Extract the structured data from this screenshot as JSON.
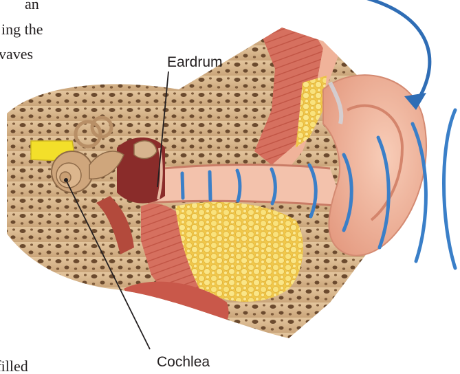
{
  "text_fragments": [
    "an",
    "ing the",
    "vaves",
    "d-filled"
  ],
  "labels": {
    "eardrum": "Eardrum",
    "cochlea": "Cochlea"
  },
  "colors": {
    "sound_wave": "#3a7fc8",
    "arrow": "#2f6db5",
    "bone": "#d9b98e",
    "bone_pore": "#6b4a2e",
    "skin": "#f2b8a0",
    "muscle": "#d56a5c",
    "fat": "#f6d35a",
    "cochlea": "#c9a27a",
    "nerve": "#f2e030"
  },
  "icons": [
    "curved-arrow-icon"
  ]
}
